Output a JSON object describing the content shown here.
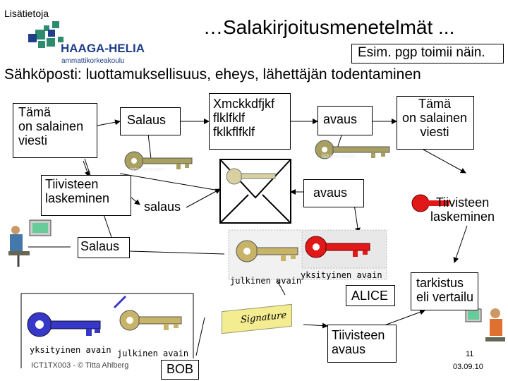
{
  "header": {
    "section_label": "Lisätietoja",
    "title": "…Salakirjoitusmenetelmät ...",
    "note": "Esim. pgp toimii näin.",
    "logo_text": "HAAGA-HELIA",
    "logo_subtext": "ammattikorkeakoulu"
  },
  "subtitle": "Sähköposti: luottamuksellisuus, eheys, lähettäjän todentaminen",
  "sender": {
    "plaintext": "Tämä\non salainen\nviesti",
    "encrypt_label": "Salaus",
    "ciphertext": "Xmckkdfjkf\nflklfklf\nfklkflfklf",
    "session_key_label": "istuntoavain",
    "digest_label": "Tiivisteen\nlaskeminen",
    "sign_encrypt_label": "salaus",
    "outer_encrypt_label": "Salaus"
  },
  "receiver": {
    "decrypt_label": "avaus",
    "plaintext": "Tämä\non salainen\nviesti",
    "session_key_label": "istuntoavain",
    "key_decrypt_label": "avaus",
    "digest_label": "Tiivisteen\nlaskeminen",
    "public_key_label": "julkinen avain",
    "private_key_label": "yksityinen avain",
    "name": "ALICE",
    "verify_label": "tarkistus\neli vertailu",
    "digest_open_label": "Tiivisteen\navaus"
  },
  "bob": {
    "private_key_label": "yksityinen avain",
    "public_key_label": "julkinen avain",
    "name": "BOB"
  },
  "signature_text": "Signature",
  "footer": {
    "course": "ICT1TX003 - © Titta Ahlberg",
    "page": "11",
    "date": "03.09.10"
  },
  "colors": {
    "red_key": "#e01818",
    "blue_key": "#3838c8",
    "gold_key": "#c8b468",
    "olive_key": "#a8a060",
    "logo_green": "#2e8b6e",
    "logo_blue": "#1f3f8a"
  }
}
